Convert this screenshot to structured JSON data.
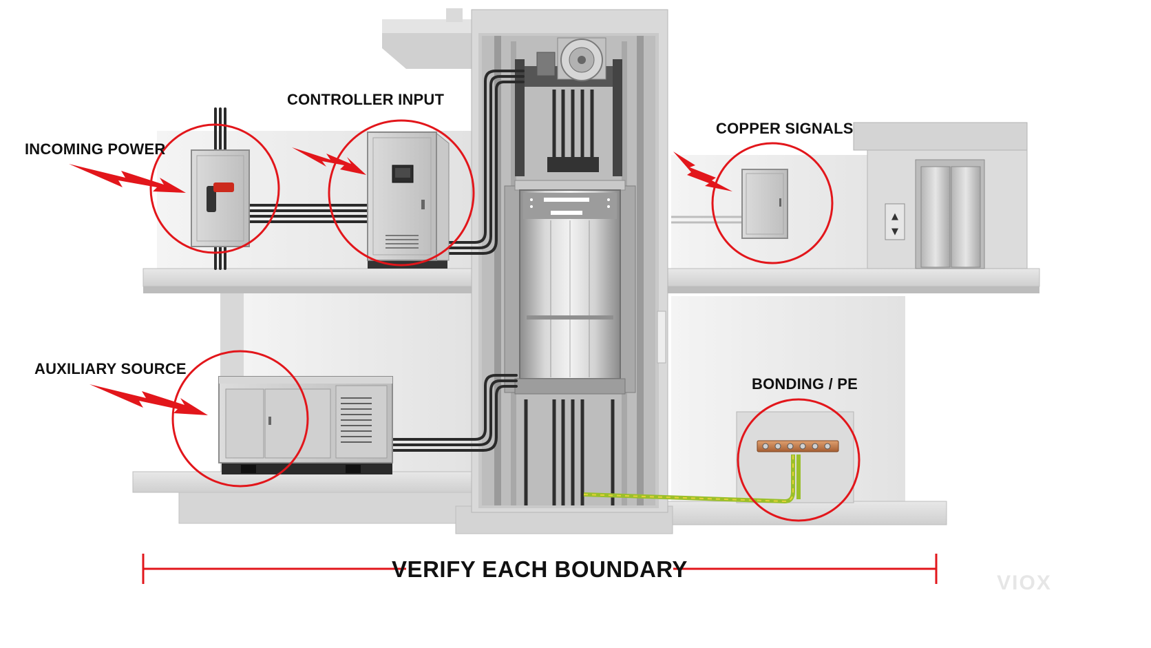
{
  "callouts": {
    "incoming_power": "INCOMING POWER",
    "controller_input": "CONTROLLER INPUT",
    "copper_signals": "COPPER SIGNALS",
    "auxiliary_source": "AUXILIARY SOURCE",
    "bonding_pe": "BONDING / PE"
  },
  "footer": {
    "label": "VERIFY EACH BOUNDARY"
  },
  "watermark": "VIOX",
  "hall_panel": {
    "up_symbol": "▲",
    "down_symbol": "▼"
  },
  "colors": {
    "accent": "#e2161b",
    "concrete": "#d9d9d9",
    "concrete_dark": "#b8b8b8",
    "cable": "#2a2a2a",
    "copper": "#c27a4a",
    "ground": "#9bbf2a",
    "steel": "#c4c4c4"
  }
}
